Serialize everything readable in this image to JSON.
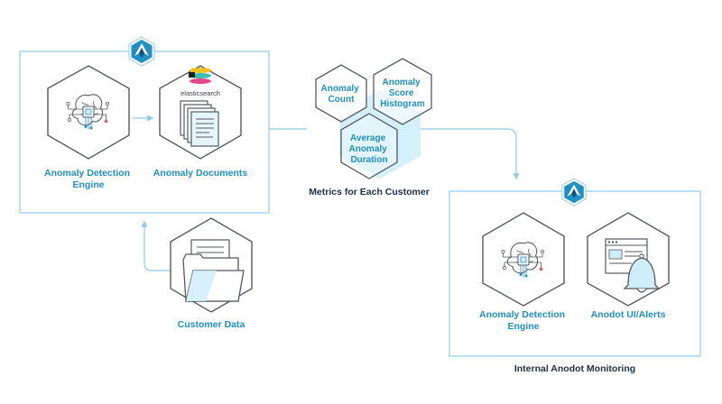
{
  "colors": {
    "accent": "#1f8fc4",
    "line": "#8fcbe8",
    "hex_stroke": "#55595e",
    "dark_text": "#1c2f44",
    "highlight": "#cfeefb"
  },
  "left_box": {
    "logo_icon": "anodot-logo-icon",
    "engine_label": "Anomaly Detection\nEngine",
    "documents_label": "Anomaly Documents",
    "elasticsearch_text": "elasticsearch"
  },
  "customer_data": {
    "label": "Customer Data"
  },
  "metrics": {
    "items": [
      {
        "label": "Anomaly\nCount"
      },
      {
        "label": "Anomaly\nScore\nHistogram"
      },
      {
        "label": "Average\nAnomaly\nDuration"
      }
    ],
    "caption": "Metrics for Each Customer"
  },
  "right_box": {
    "logo_icon": "anodot-logo-icon",
    "engine_label": "Anomaly Detection\nEngine",
    "alerts_label": "Anodot UI/Alerts",
    "caption": "Internal Anodot Monitoring"
  }
}
